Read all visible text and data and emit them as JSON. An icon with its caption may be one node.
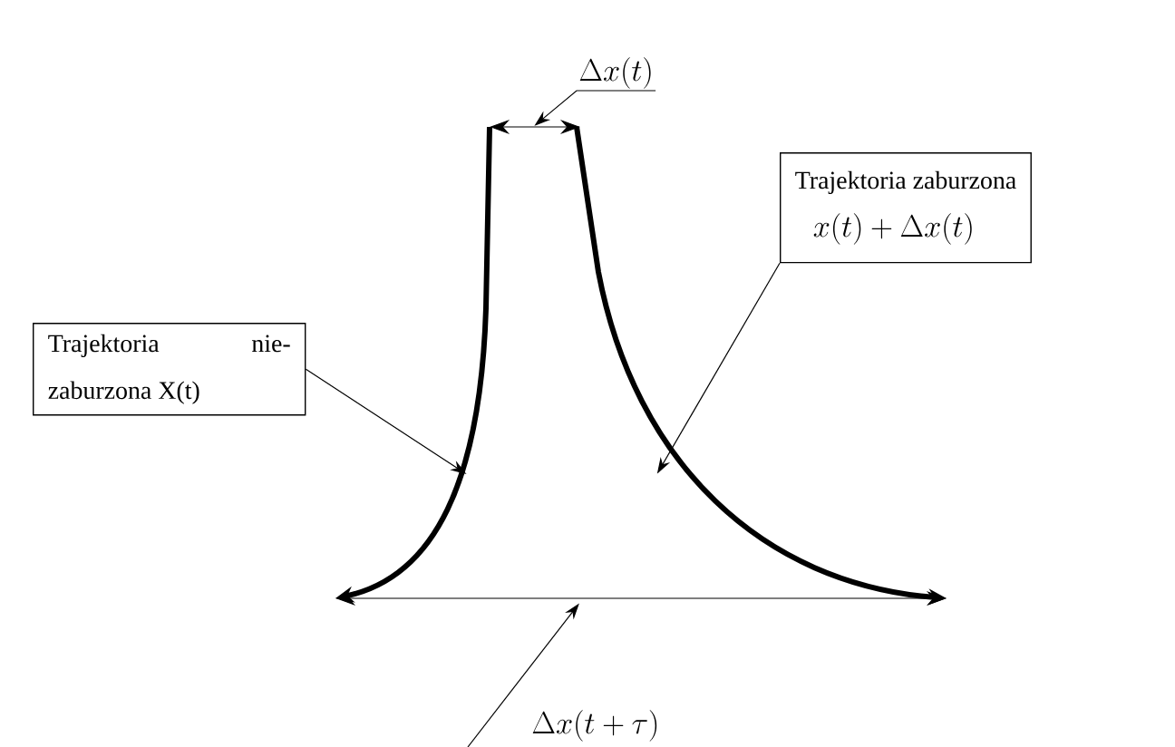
{
  "diagram": {
    "nodes": [
      {
        "text": [
          "Trajektoria nie-zaburzona X(t)"
        ]
      },
      {
        "text": [
          "Trajektoria zaburzona",
          "x(t)+\\Delta x(t)"
        ]
      },
      {
        "text": [],
        "shape": "line"
      },
      {
        "text": [],
        "shape": "line"
      },
      {
        "text": [
          "\\Delta x(t)"
        ]
      },
      {
        "text": [],
        "shape": "line"
      },
      {
        "text": [],
        "shape": "line"
      },
      {
        "text": [
          "\\Delta x(t+\\tau)"
        ]
      }
    ],
    "edges": [
      {
        "from": 0,
        "to": 2,
        "arrow": "to"
      },
      {
        "from": 1,
        "to": 3,
        "arrow": "to"
      },
      {
        "from": 4,
        "to": 5,
        "arrow": "to"
      },
      {
        "from": 7,
        "to": 6,
        "arrow": "to"
      }
    ]
  }
}
